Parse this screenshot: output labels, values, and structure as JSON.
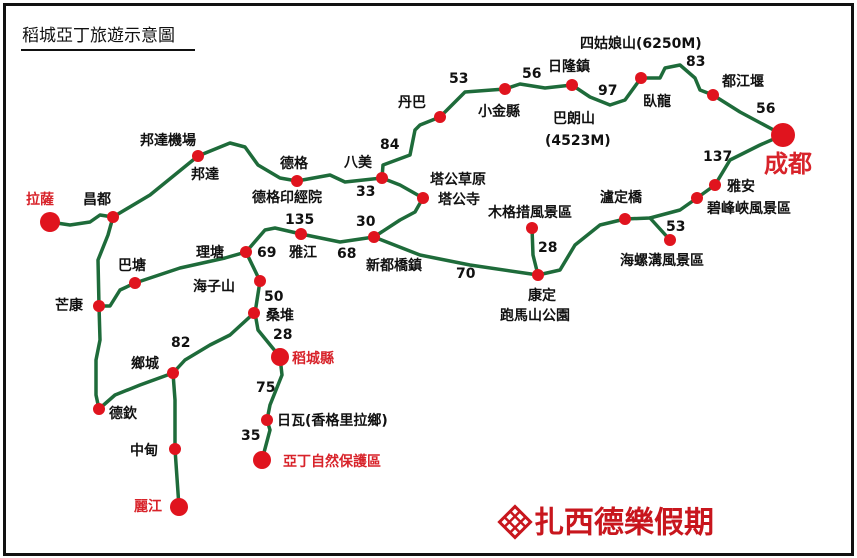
{
  "title": "稻城亞丁旅遊示意圖",
  "logo": "扎西德樂假期",
  "colors": {
    "route": "#1e6b3a",
    "node": "#e0141e",
    "major_label": "#d8232a"
  },
  "places": {
    "lhasa": "拉薩",
    "changdu": "昌都",
    "bangda_airport": "邦達機場",
    "bangda": "邦達",
    "dege": "德格",
    "dege_sutra": "德格印經院",
    "bamei": "八美",
    "tagong_grassland": "塔公草原",
    "tagong_temple": "塔公寺",
    "danba": "丹巴",
    "xiaojin": "小金縣",
    "rilong": "日隆鎮",
    "balang": "巴朗山",
    "balang_height": "(4523M)",
    "siguniang": "四姑娘山(6250M)",
    "wolong": "臥龍",
    "dujiangyan": "都江堰",
    "chengdu": "成都",
    "yaan": "雅安",
    "bifengxia": "碧峰峽風景區",
    "luding": "瀘定橋",
    "hailuogou": "海螺溝風景區",
    "mugecuo": "木格措風景區",
    "kangding": "康定",
    "paomashan": "跑馬山公園",
    "xinduqiao": "新都橋鎮",
    "yajiang": "雅江",
    "litang": "理塘",
    "batang": "巴塘",
    "mangkang": "芒康",
    "haizishan": "海子山",
    "sangdui": "桑堆",
    "daocheng": "稻城縣",
    "riwa": "日瓦(香格里拉鄉)",
    "yading": "亞丁自然保護區",
    "xiangcheng": "鄉城",
    "deqin": "德欽",
    "zhongdian": "中甸",
    "lijiang": "麗江"
  },
  "distances": {
    "bamei_danba": "84",
    "bamei_tagong": "33",
    "danba_xiaojin": "53",
    "xiaojin_rilong": "56",
    "rilong_wolong": "97",
    "wolong_dujiangyan": "83",
    "dujiangyan_chengdu": "56",
    "chengdu_yaan": "137",
    "luding_hailuogou": "53",
    "mugecuo_kangding": "28",
    "kangding_xinduqiao": "70",
    "tagong_xinduqiao": "30",
    "xinduqiao_yajiang": "68",
    "yajiang_litang": "135",
    "litang_haizishan": "69",
    "haizishan_sangdui": "50",
    "sangdui_daocheng": "28",
    "daocheng_riwa": "75",
    "riwa_yading": "35",
    "sangdui_xiangcheng": "82"
  }
}
